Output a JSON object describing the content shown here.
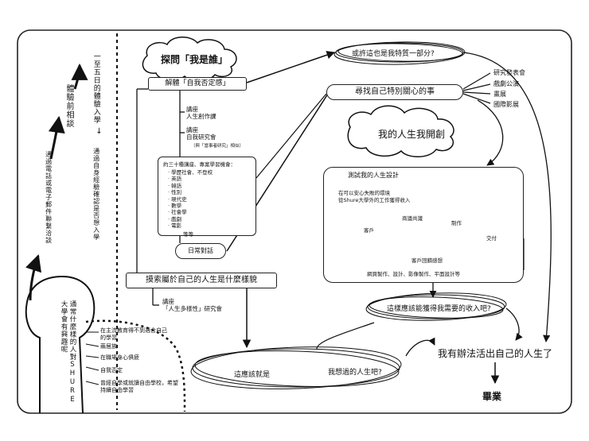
{
  "left_column": {
    "timeline_top": "一至五日的體驗入學",
    "timeline_mid": "體驗前相談",
    "timeline_bottom_left": "通過電話或電子郵件聯繫洽談",
    "timeline_bottom_right": "通過自身經驗確認是否想入學",
    "person_question": "通常什麼樣的人對SHURE大學會有興趣呢",
    "traits": [
      "在主流教育得不到適合自己的學習",
      "繭居族",
      "在職場身心俱疲",
      "自我否定",
      "曾經自學或就讀自由學校，希望持續自由學習"
    ]
  },
  "nodes": {
    "explore_who": "探問「我是誰」",
    "dismantle": "解體「自我否定感」",
    "lecture_writing": "講座\n人生創作課",
    "lecture_research": "講座\n自我研究會",
    "research_note": "（與「當事者研究」相似）",
    "courses_title": "約三十種講座、專案學習機會：",
    "courses": [
      "學歷社會、不登校",
      "英語",
      "韓語",
      "性別",
      "現代史",
      "數學",
      "社會學",
      "戲劇",
      "電影"
    ],
    "courses_more": "……等等",
    "daily_dialogue": "日常對話",
    "search_life": "摸索屬於自己的人生是什麼樣貌",
    "lecture_diversity": "講座\n「人生多樣性」研究會",
    "maybe_part": "或許這也是我特質一部分?",
    "find_interest": "尋找自己特別關心的事",
    "interest_items": [
      "研究發表會",
      "戲劇公演",
      "畫展",
      "國際影展"
    ],
    "my_life": "我的人生我開創",
    "test_design_title": "測試我的人生設計",
    "test_design_desc": "在可以安心失敗的環境\n從Shure大學外的工作獲得收入",
    "cycle_client": "客戶",
    "cycle_discuss": "商議共識",
    "cycle_make": "制作",
    "cycle_deliver": "交付",
    "cycle_feedback": "客戶回饋感想",
    "cycle_work_types": "網頁製作、設計、影像製作、平面設計等",
    "income_question": "這樣應該能獲得我需要的收入吧?",
    "should_be": "這應該就是",
    "wanted_life": "我想過的人生吧?",
    "live_myself": "我有辦法活出自己的人生了",
    "graduate": "畢業"
  }
}
